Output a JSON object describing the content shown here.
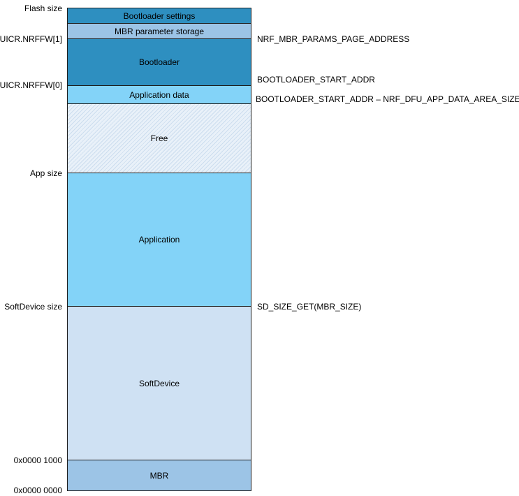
{
  "blocks": [
    {
      "key": "bootloader_settings",
      "label": "Bootloader settings",
      "color": "#2e8fc0"
    },
    {
      "key": "mbr_param_storage",
      "label": "MBR parameter storage",
      "color": "#9cc4e6"
    },
    {
      "key": "bootloader",
      "label": "Bootloader",
      "color": "#2e8fc0"
    },
    {
      "key": "application_data",
      "label": "Application data",
      "color": "#83d3f8"
    },
    {
      "key": "free",
      "label": "Free",
      "color": "#e9f1f9"
    },
    {
      "key": "application",
      "label": "Application",
      "color": "#83d3f8"
    },
    {
      "key": "softdevice",
      "label": "SoftDevice",
      "color": "#cfe1f3"
    },
    {
      "key": "mbr",
      "label": "MBR",
      "color": "#9cc4e6"
    }
  ],
  "left_labels": {
    "flash_size": "Flash size",
    "uicr_nrffw1": "UICR.NRFFW[1]",
    "uicr_nrffw0": "UICR.NRFFW[0]",
    "app_size": "App size",
    "softdevice_size": "SoftDevice size",
    "addr_1000": "0x0000 1000",
    "addr_0000": "0x0000 0000"
  },
  "right_labels": {
    "mbr_params_page": "NRF_MBR_PARAMS_PAGE_ADDRESS",
    "bootloader_start": "BOOTLOADER_START_ADDR",
    "app_data_start": "BOOTLOADER_START_ADDR – NRF_DFU_APP_DATA_AREA_SIZE",
    "sd_size": "SD_SIZE_GET(MBR_SIZE)"
  }
}
